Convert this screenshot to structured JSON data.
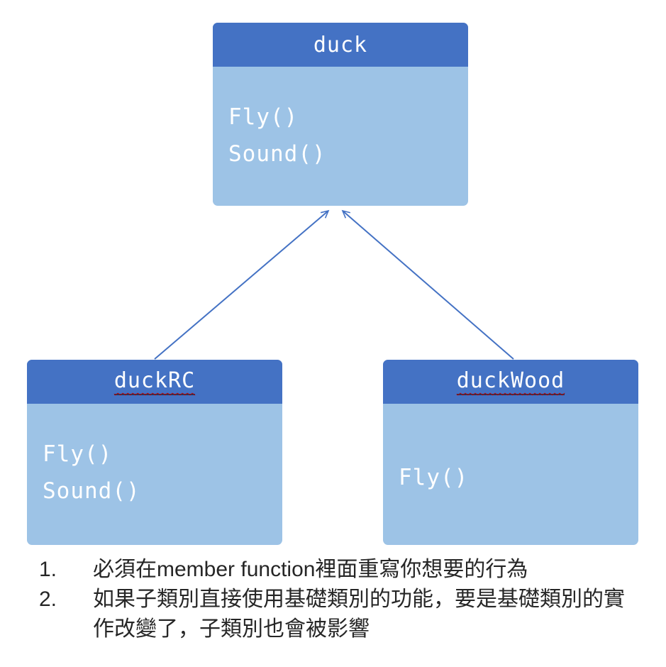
{
  "diagram": {
    "colors": {
      "header_blue": "#4472C4",
      "body_blue": "#9DC3E6",
      "arrow_blue": "#4472C4",
      "box_text": "#FFFFFF",
      "note_text": "#262626"
    },
    "classes": [
      {
        "title": "duck",
        "members": [
          "Fly()",
          "Sound()"
        ]
      },
      {
        "title": "duckRC",
        "members": [
          "Fly()",
          "Sound()"
        ]
      },
      {
        "title": "duckWood",
        "members": [
          "Fly()"
        ]
      }
    ],
    "notes": [
      {
        "number": "1.",
        "text": "必須在member function裡面重寫你想要的行為"
      },
      {
        "number": "2.",
        "text": "如果子類別直接使用基礎類別的功能，要是基礎類別的實作改變了，子類別也會被影響"
      }
    ]
  }
}
